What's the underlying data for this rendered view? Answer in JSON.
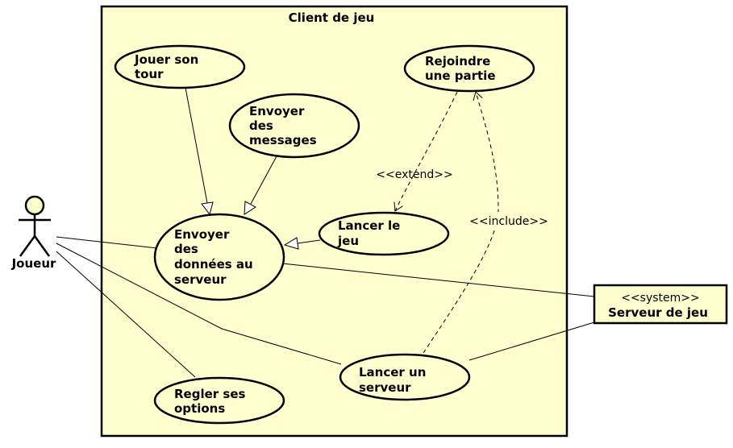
{
  "colors": {
    "fill": "#fefece",
    "stroke": "#000000",
    "background": "#ffffff"
  },
  "system_boundary": {
    "title": "Client de jeu"
  },
  "actor": {
    "name": "Joueur",
    "icon": "stick-figure-icon"
  },
  "use_cases": {
    "jouer_tour": [
      "Jouer son",
      "tour"
    ],
    "envoyer_messages": [
      "Envoyer",
      "des",
      "messages"
    ],
    "rejoindre_partie": [
      "Rejoindre",
      "une partie"
    ],
    "envoyer_donnees": [
      "Envoyer",
      "des",
      "données au",
      "serveur"
    ],
    "lancer_jeu": [
      "Lancer le",
      "jeu"
    ],
    "lancer_serveur": [
      "Lancer un",
      "serveur"
    ],
    "regler_options": [
      "Regler ses",
      "options"
    ]
  },
  "external_system": {
    "stereotype": "<<system>>",
    "name": "Serveur de jeu"
  },
  "relations": {
    "extend_label": "<<extend>>",
    "include_label": "<<include>>"
  }
}
